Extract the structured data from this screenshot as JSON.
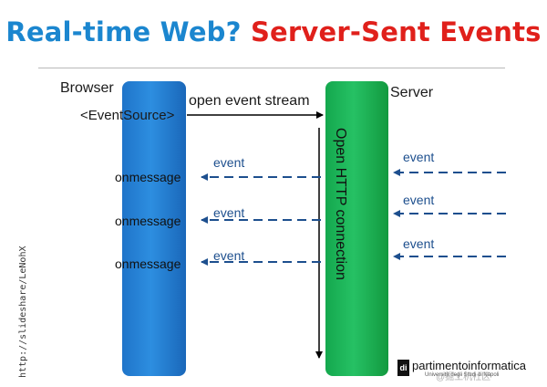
{
  "title": {
    "part1": "Real-time Web?",
    "part2": "Server-Sent Events"
  },
  "browser": {
    "label": "Browser",
    "eventsource": "<EventSource>"
  },
  "server": {
    "label": "Server",
    "connection": "Open HTTP connection"
  },
  "stream": {
    "label": "open event stream"
  },
  "messages": [
    {
      "handler": "onmessage",
      "event": "event",
      "server_event": "event"
    },
    {
      "handler": "onmessage",
      "event": "event",
      "server_event": "event"
    },
    {
      "handler": "onmessage",
      "event": "event",
      "server_event": "event"
    }
  ],
  "credit": "http://slideshare/LeNohX",
  "logo": {
    "mark": "di",
    "text": "partimentoinformatica",
    "subtitle": "Università degli Studi di Napoli"
  },
  "watermark": "@掘土机社区",
  "colors": {
    "title_blue": "#1b86cf",
    "title_red": "#e0201b",
    "browser_bar": "#2283d6",
    "server_bar": "#1db654",
    "event_line": "#1d4f8e"
  }
}
